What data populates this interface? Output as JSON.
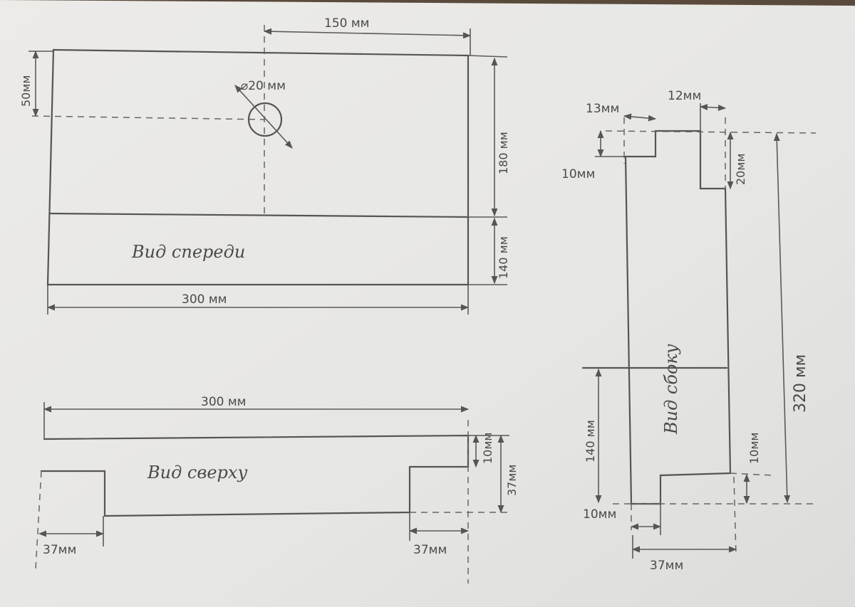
{
  "views": {
    "front": {
      "caption": "Вид спереди",
      "dims": {
        "top_width": "150 мм",
        "top_offset": "50мм",
        "hole_diameter": "⌀20 мм",
        "upper_height": "180 мм",
        "lower_height": "140 мм",
        "total_width": "300 мм"
      }
    },
    "top": {
      "caption": "Вид сверху",
      "dims": {
        "width": "300 мм",
        "thickness": "10мм",
        "depth": "37мм",
        "left_step": "37мм",
        "right_step": "37мм"
      }
    },
    "side": {
      "caption": "Вид сбоку",
      "dims": {
        "top_left_width": "13мм",
        "top_right_width": "12мм",
        "top_left_height": "10мм",
        "top_right_height": "20мм",
        "total_height": "320 мм",
        "lower_height": "140 мм",
        "bottom_step_height": "10мм",
        "bottom_step_width": "10мм",
        "bottom_width": "37мм"
      }
    }
  },
  "colors": {
    "paper": "#ecebe8",
    "ink": "#555555",
    "background": "#5a4a3c"
  }
}
